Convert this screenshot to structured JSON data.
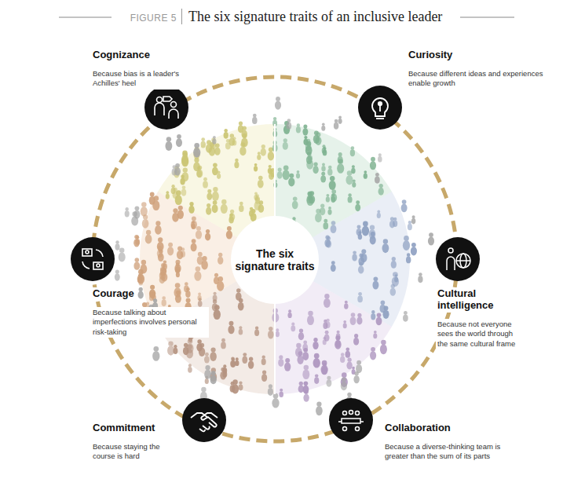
{
  "diagram": {
    "title": "The six signature traits of an inclusive leader",
    "nodes": [
      {
        "text": [
          "Cognizance",
          "Because bias is a leader's Achilles' heel"
        ]
      },
      {
        "text": [
          "Curiosity",
          "Because different ideas and experiences enable growth"
        ]
      },
      {
        "text": [
          "The six signature traits"
        ]
      },
      {
        "text": [
          "Courage",
          "Because talking about imperfections involves personal risk-taking"
        ]
      },
      {
        "text": [
          "Cultural intelligence",
          "Because not everyone sees the world through the same cultural frame"
        ]
      },
      {
        "text": [
          "Commitment",
          "Because staying the course is hard"
        ]
      },
      {
        "text": [
          "Collaboration",
          "Because a diverse-thinking team is greater than the sum of its parts"
        ]
      }
    ],
    "labels": [
      "FIGURE 5"
    ]
  }
}
